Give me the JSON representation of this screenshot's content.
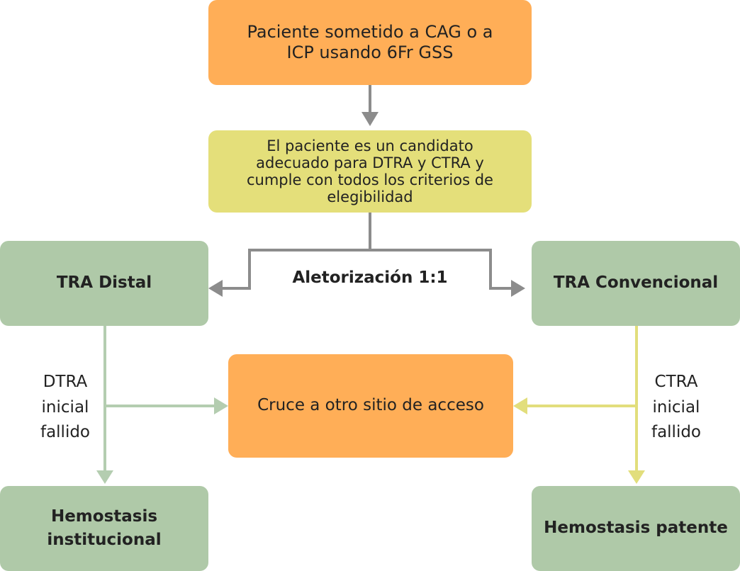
{
  "nodes": {
    "patient": "Paciente sometido a CAG o a ICP usando 6Fr GSS",
    "candidate": "El paciente es un candidato adecuado para DTRA y CTRA y cumple con todos los criterios de elegibilidad",
    "distal": "TRA Distal",
    "conventional": "TRA Convencional",
    "crossover": "Cruce a otro sitio de acceso",
    "hemostasis_institutional": "Hemostasis institucional",
    "hemostasis_patent": "Hemostasis patente"
  },
  "labels": {
    "randomization": "Aletorización 1:1",
    "dtra_failed": "DTRA inicial fallido",
    "ctra_failed": "CTRA inicial fallido"
  },
  "colors": {
    "orange": "#ffae57",
    "yellow": "#e4df7a",
    "green": "#afc9a8",
    "gray_arrow": "#8c8c8c",
    "green_arrow": "#b4cdb0",
    "yellow_arrow": "#e2de7c"
  }
}
